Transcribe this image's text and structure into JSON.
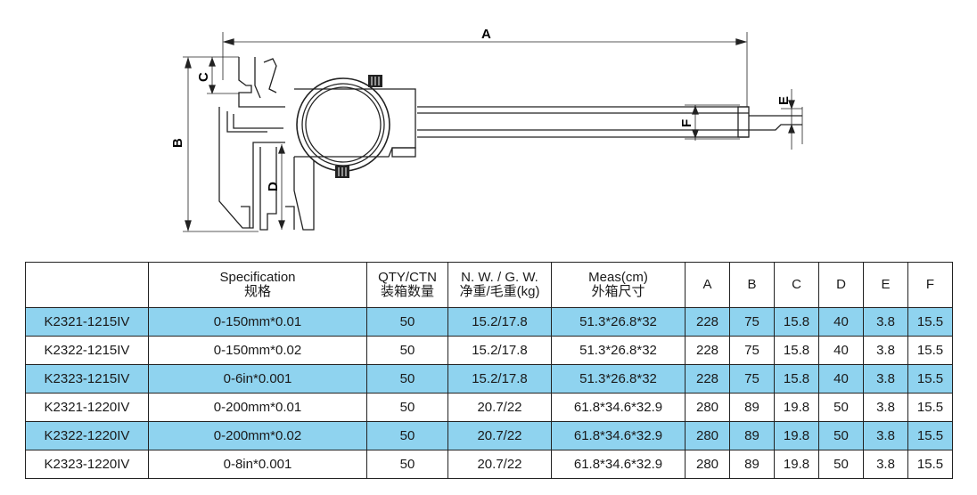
{
  "drawing": {
    "labels": {
      "A": "A",
      "B": "B",
      "C": "C",
      "D": "D",
      "E": "E",
      "F": "F"
    }
  },
  "table": {
    "headers": {
      "model": "",
      "spec_en": "Specification",
      "spec_cn": "规格",
      "qty_en": "QTY/CTN",
      "qty_cn": "装箱数量",
      "weight_en": "N. W. / G. W.",
      "weight_cn": "净重/毛重(kg)",
      "meas_en": "Meas(cm)",
      "meas_cn": "外箱尺寸",
      "a": "A",
      "b": "B",
      "c": "C",
      "d": "D",
      "e": "E",
      "f": "F"
    },
    "rows": [
      {
        "model": "K2321-1215IV",
        "spec": "0-150mm*0.01",
        "qty": "50",
        "weight": "15.2/17.8",
        "meas": "51.3*26.8*32",
        "a": "228",
        "b": "75",
        "c": "15.8",
        "d": "40",
        "e": "3.8",
        "f": "15.5"
      },
      {
        "model": "K2322-1215IV",
        "spec": "0-150mm*0.02",
        "qty": "50",
        "weight": "15.2/17.8",
        "meas": "51.3*26.8*32",
        "a": "228",
        "b": "75",
        "c": "15.8",
        "d": "40",
        "e": "3.8",
        "f": "15.5"
      },
      {
        "model": "K2323-1215IV",
        "spec": "0-6in*0.001",
        "qty": "50",
        "weight": "15.2/17.8",
        "meas": "51.3*26.8*32",
        "a": "228",
        "b": "75",
        "c": "15.8",
        "d": "40",
        "e": "3.8",
        "f": "15.5"
      },
      {
        "model": "K2321-1220IV",
        "spec": "0-200mm*0.01",
        "qty": "50",
        "weight": "20.7/22",
        "meas": "61.8*34.6*32.9",
        "a": "280",
        "b": "89",
        "c": "19.8",
        "d": "50",
        "e": "3.8",
        "f": "15.5"
      },
      {
        "model": "K2322-1220IV",
        "spec": "0-200mm*0.02",
        "qty": "50",
        "weight": "20.7/22",
        "meas": "61.8*34.6*32.9",
        "a": "280",
        "b": "89",
        "c": "19.8",
        "d": "50",
        "e": "3.8",
        "f": "15.5"
      },
      {
        "model": "K2323-1220IV",
        "spec": "0-8in*0.001",
        "qty": "50",
        "weight": "20.7/22",
        "meas": "61.8*34.6*32.9",
        "a": "280",
        "b": "89",
        "c": "19.8",
        "d": "50",
        "e": "3.8",
        "f": "15.5"
      }
    ]
  },
  "colors": {
    "highlight_row": "#8fd3ef",
    "line": "#222222"
  }
}
